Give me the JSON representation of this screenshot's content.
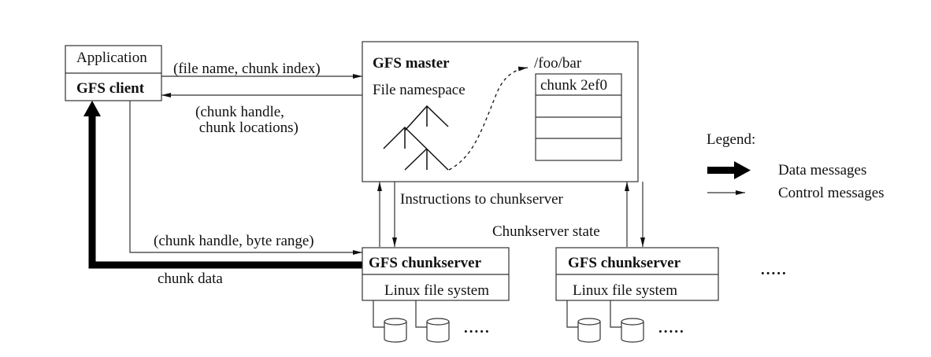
{
  "client": {
    "application_label": "Application",
    "client_label": "GFS client"
  },
  "master": {
    "title": "GFS master",
    "namespace_label": "File namespace",
    "file_path": "/foo/bar",
    "chunk_table_header": "chunk 2ef0",
    "chunk_table_empty_rows": 3
  },
  "messages": {
    "request": "(file name, chunk index)",
    "reply_line1": "(chunk handle,",
    "reply_line2": " chunk locations)",
    "instructions": "Instructions to chunkserver",
    "state": "Chunkserver state",
    "read_request": "(chunk handle, byte range)",
    "chunk_data": "chunk data"
  },
  "chunkservers": [
    {
      "title": "GFS chunkserver",
      "fs_label": "Linux file system",
      "disks": 2,
      "more": "....."
    },
    {
      "title": "GFS chunkserver",
      "fs_label": "Linux file system",
      "disks": 2,
      "more": "....."
    }
  ],
  "more_servers": ".....",
  "legend": {
    "title": "Legend:",
    "data": "Data messages",
    "control": "Control messages"
  }
}
